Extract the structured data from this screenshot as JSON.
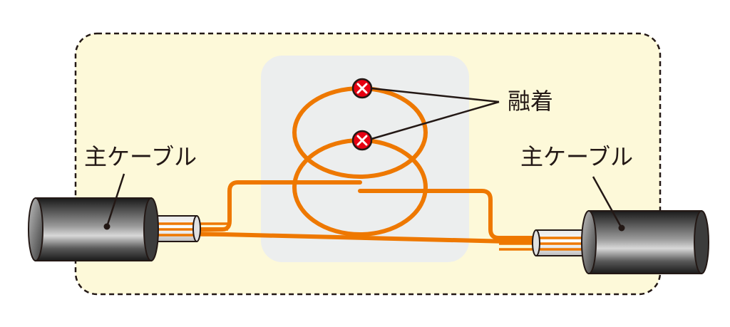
{
  "labels": {
    "left_cable": "主ケーブル",
    "right_cable": "主ケーブル",
    "splice": "融着"
  },
  "colors": {
    "closure_fill": "#fdf9d9",
    "tray_fill": "#eceeee",
    "fiber": "#ee7800",
    "splice_mark": "#e60012",
    "cable_body": "#2b2b2b",
    "text": "#231815"
  },
  "icons": {
    "splice_point": "x-circle-icon"
  }
}
